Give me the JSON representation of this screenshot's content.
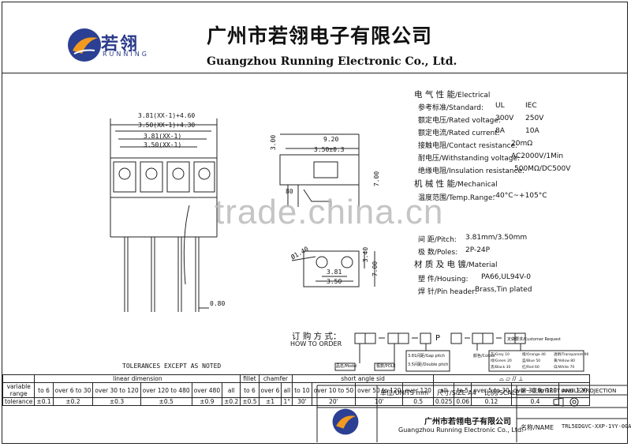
{
  "header": {
    "brand_cn": "若翎",
    "brand_en": "RUNNING",
    "company_cn": "广州市若翎电子有限公司",
    "company_en": "Guangzhou Running Electronic Co., Ltd."
  },
  "front_view": {
    "dims": [
      "3.81(XX-1)+4.60",
      "3.50(XX-1)+4.30",
      "3.81(XX-1)",
      "3.50(XX-1)"
    ],
    "pin_dim": "0.80"
  },
  "side_view": {
    "dims": [
      "9.20",
      "3.00",
      "3.50±0.3",
      "7.00",
      "80"
    ]
  },
  "bottom_view": {
    "dims": [
      "Ø1.40",
      "3.40",
      "3.81",
      "3.50",
      "7.00"
    ]
  },
  "electrical": {
    "title_cn": "电 气 性 能",
    "title_en": "/Electrical",
    "rows": [
      {
        "label": "参考标准/Standard:",
        "v1": "UL",
        "v2": "IEC"
      },
      {
        "label": "额定电压/Rated voltage:",
        "v1": "300V",
        "v2": "250V"
      },
      {
        "label": "额定电流/Rated current:",
        "v1": "8A",
        "v2": "10A"
      },
      {
        "label": "接触电阻/Contact resistance:",
        "v1": "20mΩ",
        "v2": ""
      },
      {
        "label": "耐电压/Withstanding voltage:",
        "v1": "AC2000V/1Min",
        "v2": ""
      },
      {
        "label": "绝缘电阻/Insulation resistance:",
        "v1": "500MΩ/DC500V",
        "v2": ""
      }
    ]
  },
  "mechanical": {
    "title_cn": "机 械 性 能",
    "title_en": "/Mechanical",
    "temp_label": "温度范围/Temp.Range:",
    "temp_value": "-40°C~+105°C",
    "pitch_label": "间 距/Pitch:",
    "pitch_value": "3.81mm/3.50mm",
    "poles_label": "极 数/Poles:",
    "poles_value": "2P-24P"
  },
  "material": {
    "title_cn": "材 质 及 电 镀",
    "title_en": "/Material",
    "housing_label": "塑 件/Housing:",
    "housing_value": "PA66,UL94V-0",
    "pin_label": "焊 针/Pin header:",
    "pin_value": "Brass,Tin plated"
  },
  "order": {
    "title_cn": "订 购 方 式：",
    "title_en": "HOW TO ORDER",
    "p_letter": "P",
    "tags": [
      "品名/Model",
      "极数/POLE",
      "3.81间距/Gap pitch",
      "3.5间距/Double pitch",
      "颜色/Colour",
      "定做要求/Customer Request"
    ],
    "colors": [
      "灰/Grey 10",
      "橙/Orange 40",
      "绿/Green 20",
      "蓝/Blue 50",
      "黑/Black 30",
      "红/Red 60",
      "白/White 70",
      "黄/Yellow 80",
      "透明/Transparent 90"
    ]
  },
  "tolerance": {
    "title": "TOLERANCES EXCEPT AS NOTED",
    "groups": [
      "linear dimension",
      "fillet",
      "chamfer",
      "short angle sid"
    ],
    "range_label": "variable range",
    "tolerance_label": "tolerance",
    "ranges": [
      "to 6",
      "over 6 to 30",
      "over 30 to 120",
      "over 120 to 480",
      "over 480",
      "all",
      "to 6",
      "over 6",
      "all",
      "to 10",
      "over 10 to 50",
      "over 50 to 120",
      "over 120",
      "all",
      "to 5",
      "over 5 to 30",
      "over 30 to 120",
      "over 120"
    ],
    "values": [
      "±0.1",
      "±0.2",
      "±0.3",
      "±0.5",
      "±0.9",
      "±0.2",
      "±0.5",
      "±1",
      "1°",
      "30'",
      "20'",
      "10'",
      "0.5",
      "0.025",
      "0.06",
      "0.12",
      "0.4"
    ]
  },
  "titleblock": {
    "units_label": "单位/UNITS",
    "units_value": "mm",
    "size_label": "尺寸/SIZE",
    "size_value": "A4",
    "scale_label": "比例/SCALE",
    "projection": "第一视角/FIRST ANGLE PROJECTION",
    "company_cn": "广州市若翎电子有限公司",
    "company_en": "Guangzhou Running Electronic Co., Ltd.",
    "name_label": "名称/NAME",
    "name_value": "TRL5EDGVC-XXP-1YY-00A"
  },
  "watermark": "trade.china.cn"
}
